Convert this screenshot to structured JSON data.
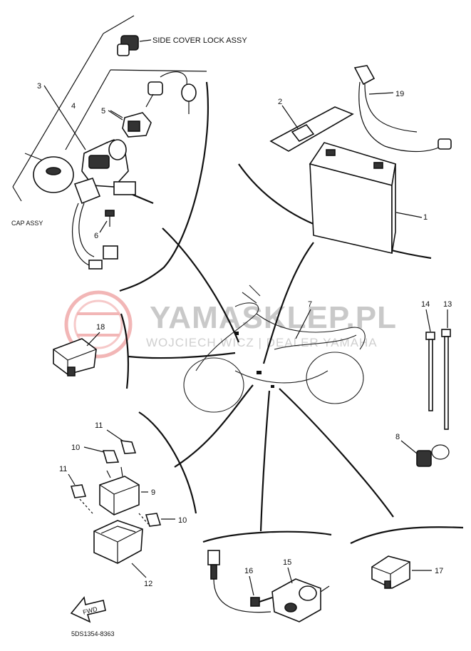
{
  "watermark": {
    "main": "YAMASKLEP.PL",
    "sub": "WOJCIECH WICZ | DEALER YAMAHA"
  },
  "labels": {
    "side_cover_lock": "SIDE COVER LOCK ASSY",
    "cap_assy": "CAP ASSY",
    "p1": "1",
    "p2": "2",
    "p3": "3",
    "p4": "4",
    "p5": "5",
    "p6": "6",
    "p7": "7",
    "p8": "8",
    "p9": "9",
    "p10a": "10",
    "p10b": "10",
    "p11a": "11",
    "p11b": "11",
    "p12": "12",
    "p13": "13",
    "p14": "14",
    "p15": "15",
    "p16": "16",
    "p17": "17",
    "p18": "18",
    "p19": "19"
  },
  "fwd_label": "FWD",
  "diagram_code": "5DS1354-8363"
}
